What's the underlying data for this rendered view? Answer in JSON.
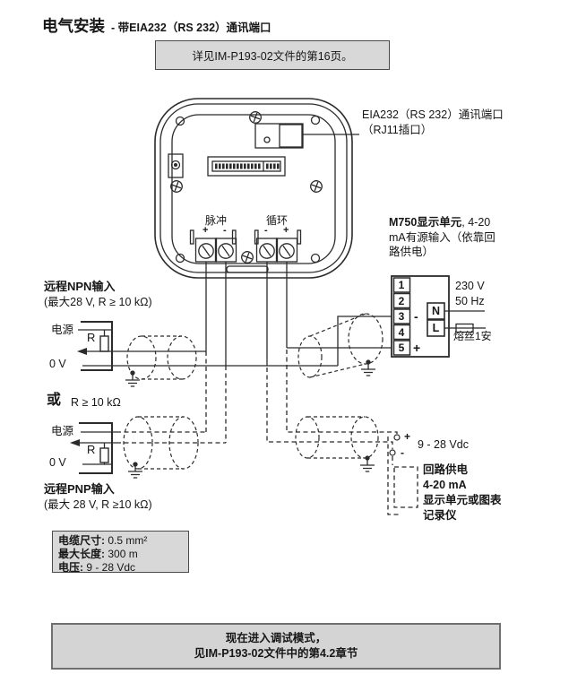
{
  "header": {
    "title_main": "电气安装",
    "title_sub": "- 带EIA232（RS 232）通讯端口"
  },
  "note_box": {
    "text": "详见IM-P193-02文件的第16页。"
  },
  "device": {
    "pulse_label": "脉冲",
    "pulse_plus": "+",
    "pulse_minus": "-",
    "loop_label": "循环",
    "loop_minus": "-",
    "loop_plus": "+"
  },
  "comm_port": {
    "line1": "EIA232（RS 232）通讯端口",
    "line2": "（RJ11插口）"
  },
  "m750": {
    "bold": "M750显示单元",
    "rest": ", 4-20",
    "line2": "mA有源输入（依靠回",
    "line3": "路供电）"
  },
  "npn": {
    "heading": "远程NPN输入",
    "sub": "(最大28 V, R ≥ 10 kΩ)",
    "power": "电源",
    "resistor": "R",
    "zero_v": "0 V"
  },
  "alt": {
    "or": "或",
    "condition": "R ≥ 10 kΩ"
  },
  "pnp": {
    "heading": "远程PNP输入",
    "sub": "(最大 28 V, R ≥10 kΩ)",
    "power": "电源",
    "resistor": "R",
    "zero_v": "0 V"
  },
  "power_block": {
    "terminals": [
      "1",
      "2",
      "3",
      "4",
      "5"
    ],
    "minus": "-",
    "plus": "+",
    "neutral": "N",
    "live": "L",
    "voltage": "230 V",
    "frequency": "50 Hz",
    "fuse_label": "熔丝1安"
  },
  "loop_supply": {
    "plus": "+",
    "minus": "-",
    "voltage": "9 - 28 Vdc",
    "lines": [
      "回路供电",
      "4-20 mA",
      "显示单元或图表",
      "记录仪"
    ]
  },
  "cable_box": {
    "rows": [
      {
        "label": "电缆尺寸:",
        "value": "0.5 mm²"
      },
      {
        "label": "最大长度:",
        "value": "300 m"
      },
      {
        "label": "电压:",
        "value": "9 - 28 Vdc"
      }
    ]
  },
  "footer_box": {
    "line1": "现在进入调试模式，",
    "line2": "见IM-P193-02文件中的第4.2章节"
  },
  "colors": {
    "box_fill": "#d8d8d8",
    "line": "#2b2b2b"
  }
}
